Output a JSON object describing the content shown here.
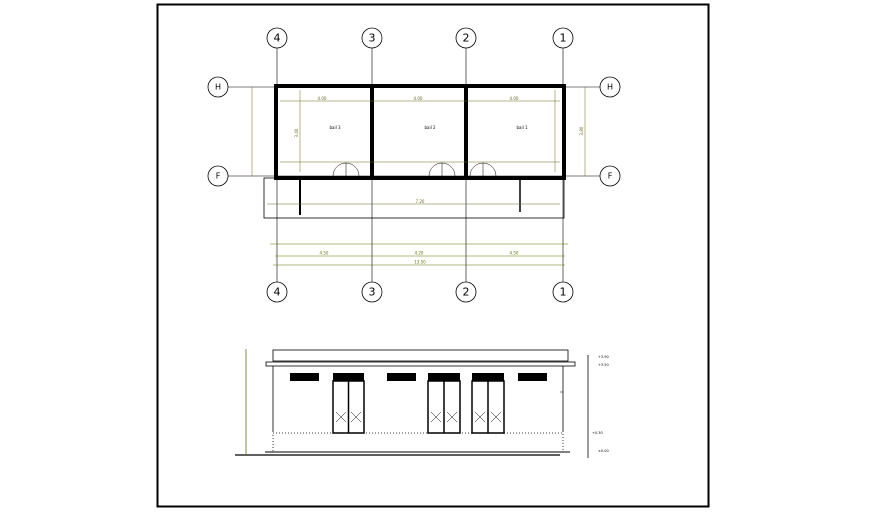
{
  "drawing": {
    "grid_columns": [
      "4",
      "3",
      "2",
      "1"
    ],
    "grid_rows": [
      "H",
      "F"
    ],
    "rooms": [
      "bail 3",
      "bail 2",
      "bail 1"
    ],
    "plan_dimensions": {
      "inner_widths": [
        "4.00",
        "4.00",
        "4.00"
      ],
      "room_depth": "3.40",
      "overall_depth": "3.80",
      "column_spans": [
        "4.50",
        "4.20",
        "4.50"
      ],
      "overall_length": "13.50",
      "porch_length": "7.20"
    },
    "elevation_levels": [
      "+3.90",
      "+3.50",
      "+0.30",
      "±0.00"
    ],
    "colors": {
      "line": "#000000",
      "dimension": "#6b6a1e",
      "dimension_green": "#5a7a00"
    }
  }
}
